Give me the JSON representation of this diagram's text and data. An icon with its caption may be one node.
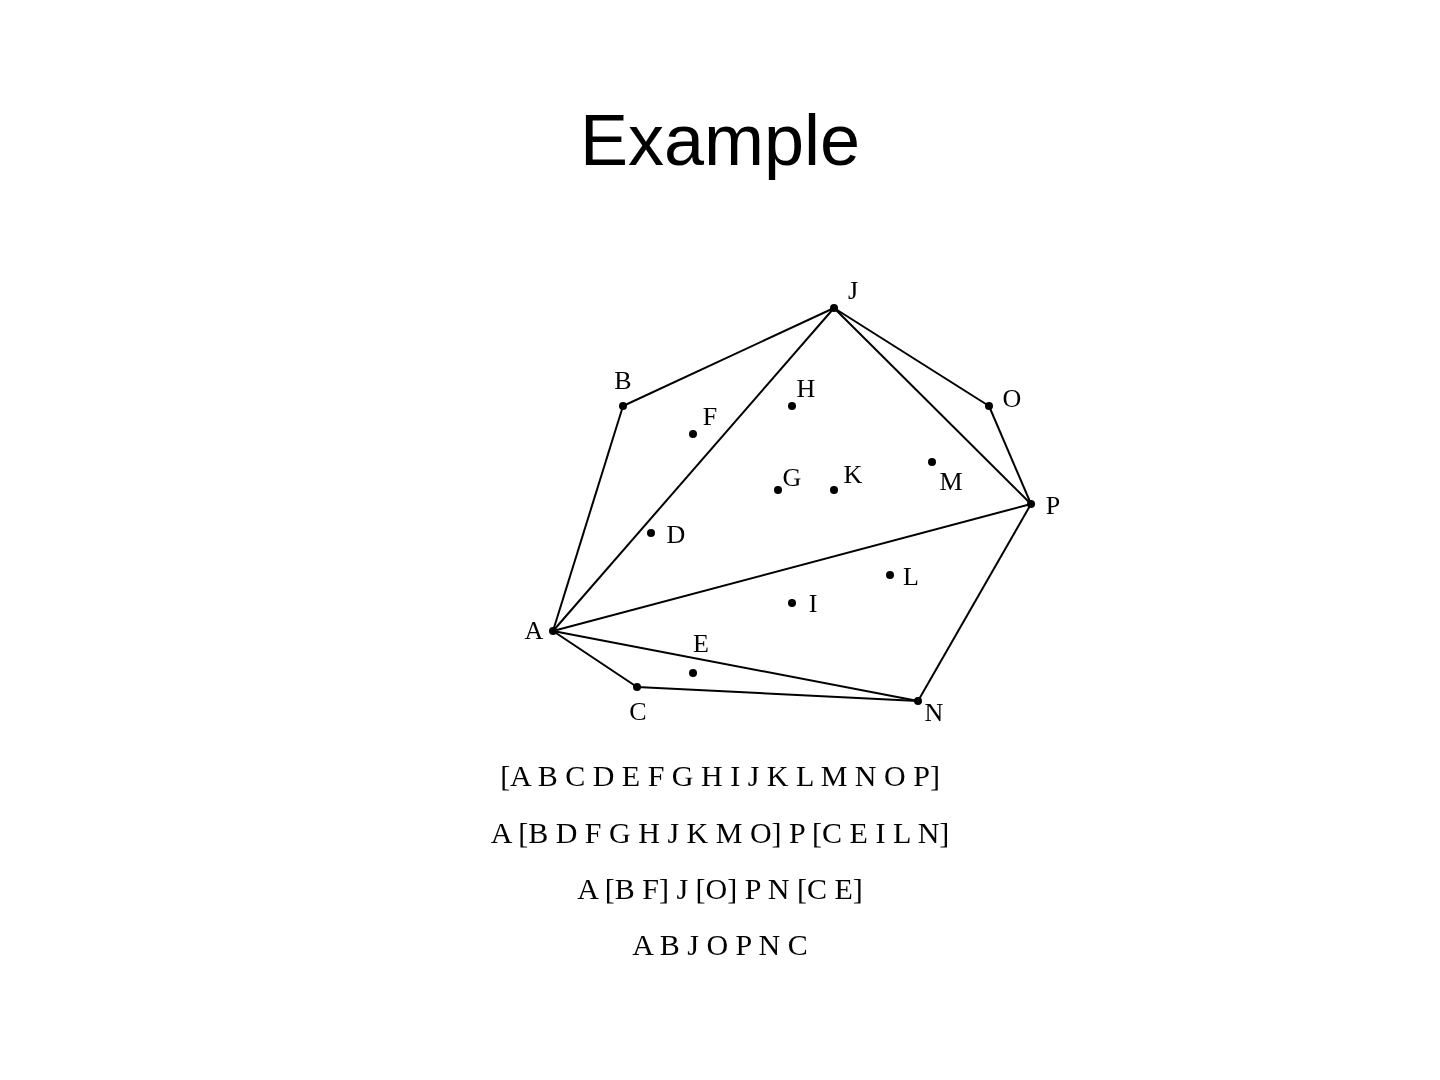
{
  "diagram": {
    "title": "Example",
    "nodes": [
      {
        "text": [
          "J"
        ]
      },
      {
        "text": [
          "B"
        ]
      },
      {
        "text": [
          "H"
        ]
      },
      {
        "text": [
          "O"
        ]
      },
      {
        "text": [
          "F"
        ]
      },
      {
        "text": [
          "G"
        ]
      },
      {
        "text": [
          "K"
        ]
      },
      {
        "text": [
          "M"
        ]
      },
      {
        "text": [
          "P"
        ]
      },
      {
        "text": [
          "D"
        ]
      },
      {
        "text": [
          "L"
        ]
      },
      {
        "text": [
          "I"
        ]
      },
      {
        "text": [
          "A"
        ]
      },
      {
        "text": [
          "E"
        ]
      },
      {
        "text": [
          "C"
        ]
      },
      {
        "text": [
          "N"
        ]
      }
    ],
    "edges": [
      {
        "from": 1,
        "to": 0,
        "arrow": "none"
      },
      {
        "from": 0,
        "to": 3,
        "arrow": "none"
      },
      {
        "from": 3,
        "to": 8,
        "arrow": "none"
      },
      {
        "from": 0,
        "to": 8,
        "arrow": "none"
      },
      {
        "from": 12,
        "to": 0,
        "arrow": "none"
      },
      {
        "from": 12,
        "to": 1,
        "arrow": "none"
      },
      {
        "from": 12,
        "to": 8,
        "arrow": "none"
      },
      {
        "from": 12,
        "to": 15,
        "arrow": "none"
      },
      {
        "from": 12,
        "to": 14,
        "arrow": "none"
      },
      {
        "from": 14,
        "to": 15,
        "arrow": "none"
      },
      {
        "from": 15,
        "to": 8,
        "arrow": "none"
      }
    ],
    "labels": [
      "[A B C D E F G H I J K L M N O P]",
      "A [B D F G H J K M O] P [C E I L N]",
      "A [B F] J [O] P N [C E]",
      "A B J O P N C"
    ]
  }
}
